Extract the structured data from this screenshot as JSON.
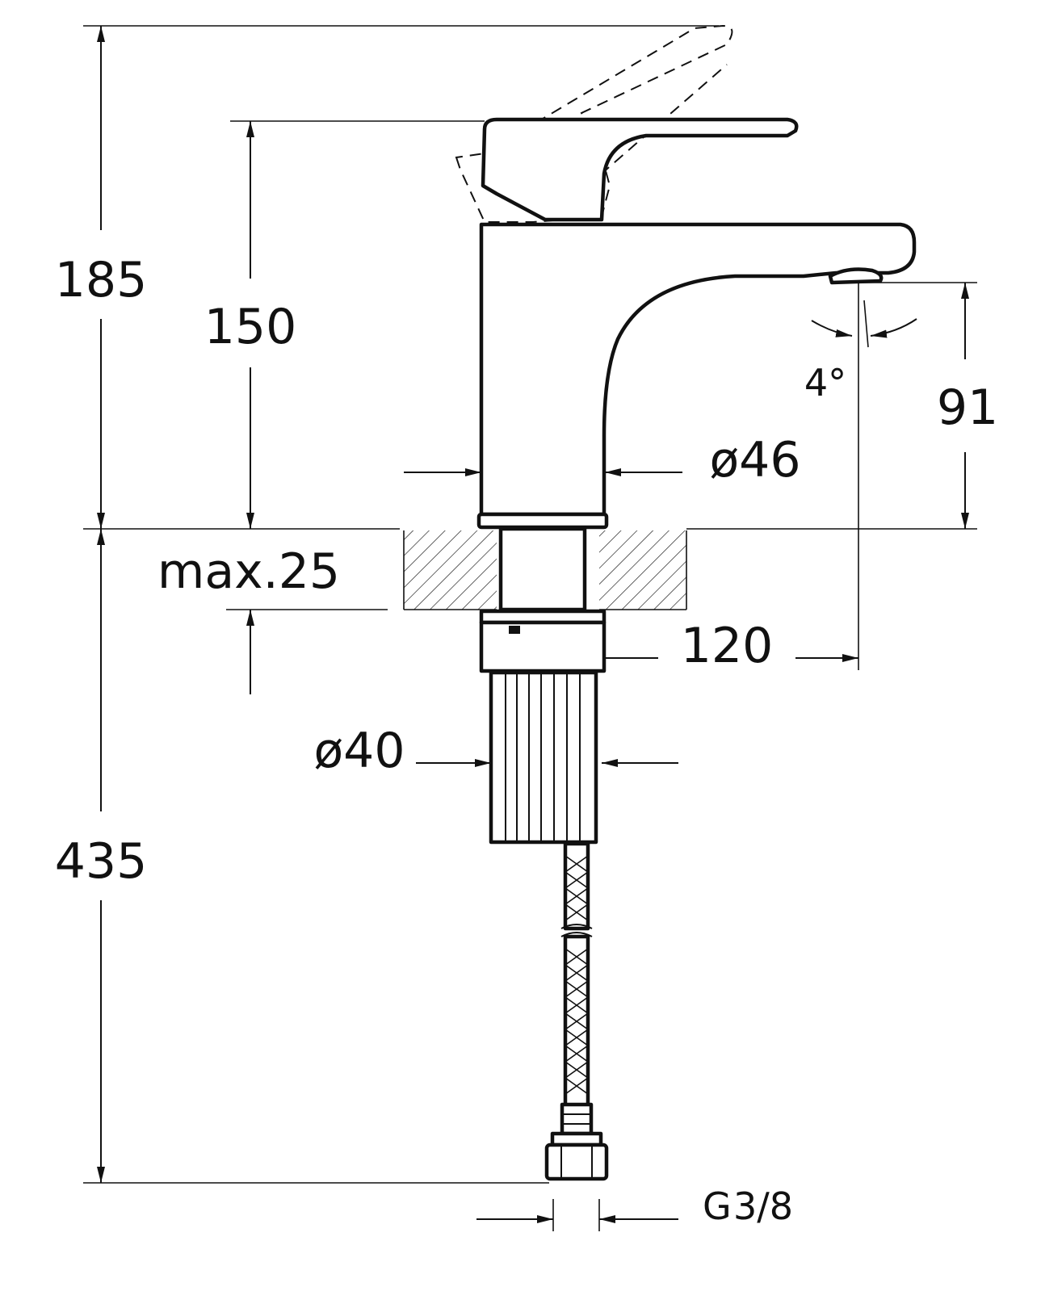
{
  "dimensions": {
    "total_height_lever_open": "185",
    "height_lever_closed": "150",
    "spout_outlet_height": "91",
    "body_diameter": "ø46",
    "spout_reach": "120",
    "max_counter_thickness": "max.25",
    "shank_diameter": "ø40",
    "hose_length": "435",
    "spout_angle": "4°",
    "connection_thread": "G",
    "connection_thread_fraction": "3/8"
  },
  "colors": {
    "line": "#111111",
    "background": "#ffffff"
  }
}
